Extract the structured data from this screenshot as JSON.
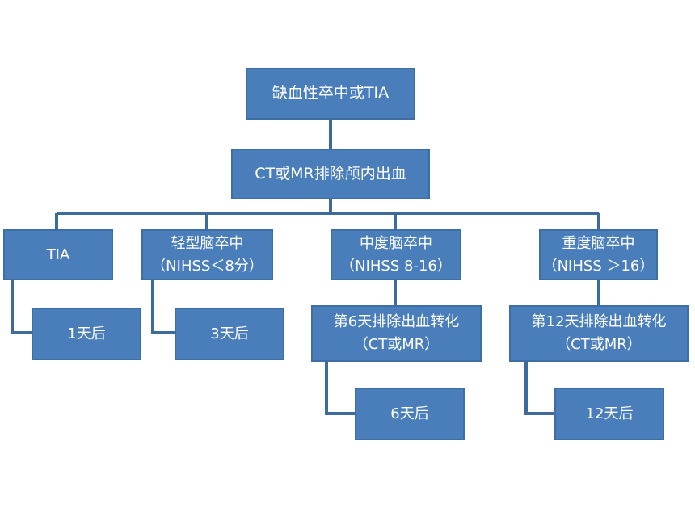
{
  "colors": {
    "box_fill": "#4a7ebb",
    "box_border": "#3d6ea6",
    "connector": "#3f6b9c",
    "text": "#ffffff"
  },
  "nodes": {
    "root": "缺血性卒中或TIA",
    "exclude": "CT或MR排除颅内出血",
    "tia": "TIA",
    "mild": {
      "line1": "轻型脑卒中",
      "line2": "（NIHSS＜8分）"
    },
    "moderate": {
      "line1": "中度脑卒中",
      "line2": "（NIHSS 8-16）"
    },
    "severe": {
      "line1": "重度脑卒中",
      "line2": "（NIHSS ＞16）"
    },
    "tia_time": "1天后",
    "mild_time": "3天后",
    "moderate_check": {
      "line1": "第6天排除出血转化",
      "line2": "（CT或MR）"
    },
    "moderate_time": "6天后",
    "severe_check": {
      "line1": "第12天排除出血转化",
      "line2": "（CT或MR）"
    },
    "severe_time": "12天后"
  }
}
